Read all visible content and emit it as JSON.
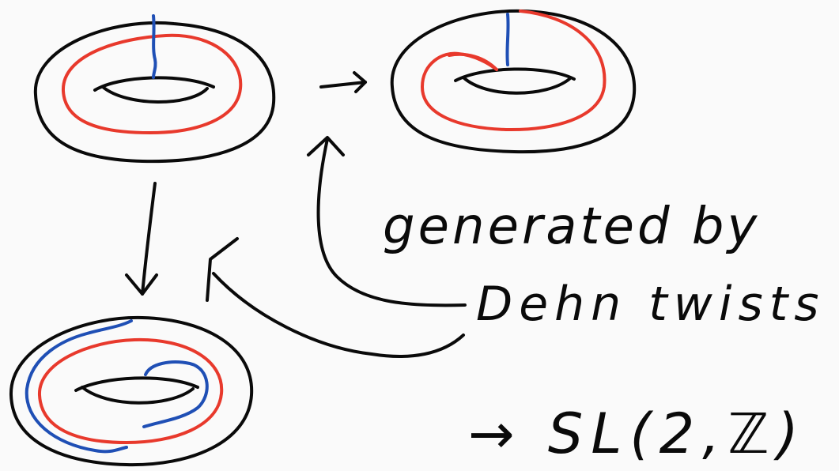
{
  "text": {
    "generated_by": "generated by",
    "dehn_twists": "Dehn twists",
    "sl2z": "→ SL(2,ℤ)"
  },
  "colors": {
    "background": "#fafafa",
    "ink": "#0a0a0a",
    "red_curve": "#e8392c",
    "blue_curve": "#1f4fb5"
  }
}
